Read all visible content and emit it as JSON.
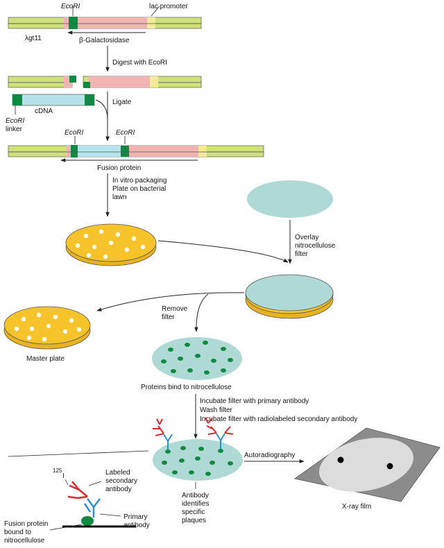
{
  "colors": {
    "vector_green": "#cfe17c",
    "beta_gal_pink": "#f2b4b0",
    "lac_yellow": "#f4ea9a",
    "linker_green": "#0f8a42",
    "cdna_blue": "#b5e3ec",
    "plate_yellow": "#f6c42a",
    "filter_teal": "#aed9d4",
    "spot_green": "#0e8b3e",
    "antibody_blue": "#2c8fd0",
    "antibody_red": "#d42b2b",
    "film_gray": "#8c8c8c",
    "film_light": "#dcdcdc",
    "arrow": "#222222"
  },
  "labels": {
    "ecori_top": "EcoRI",
    "lac_italic": "lac",
    "lac_rest": " promoter",
    "lambda": "λgt11",
    "beta_gal": "β-Galactosidase",
    "digest_text": "Digest with ",
    "digest_ecori": "EcoRI",
    "cdna": "cDNA",
    "ligate": "Ligate",
    "ecori_linker_1": "EcoRI",
    "ecori_linker_2": "linker",
    "ecori_fusion_1": "EcoRI",
    "ecori_fusion_2": "EcoRI",
    "fusion_protein": "Fusion protein",
    "packaging_1": "In vitro packaging",
    "packaging_2": "Plate on bacterial",
    "packaging_3": "lawn",
    "overlay_1": "Overlay",
    "overlay_2": "nitrocellulose",
    "overlay_3": "filter",
    "remove_1": "Remove",
    "remove_2": "filter",
    "master_plate": "Master plate",
    "proteins_bind": "Proteins bind to nitrocellulose",
    "incubate_1": "Incubate filter with primary antibody",
    "incubate_2": "Wash filter",
    "incubate_3": "Incubate filter with radiolabeled secondary antibody",
    "autoradiography": "Autoradiography",
    "xray_film": "X-ray film",
    "identifies_1": "Antibody",
    "identifies_2": "identifies",
    "identifies_3": "specific",
    "identifies_4": "plaques",
    "isotope_mass": "125",
    "isotope_symbol": "I",
    "labeled_1": "Labeled",
    "labeled_2": "secondary",
    "labeled_3": "antibody",
    "primary_1": "Primary",
    "primary_2": "antibody",
    "bound_1": "Fusion protein",
    "bound_2": "bound to",
    "bound_3": "nitrocellulose"
  }
}
